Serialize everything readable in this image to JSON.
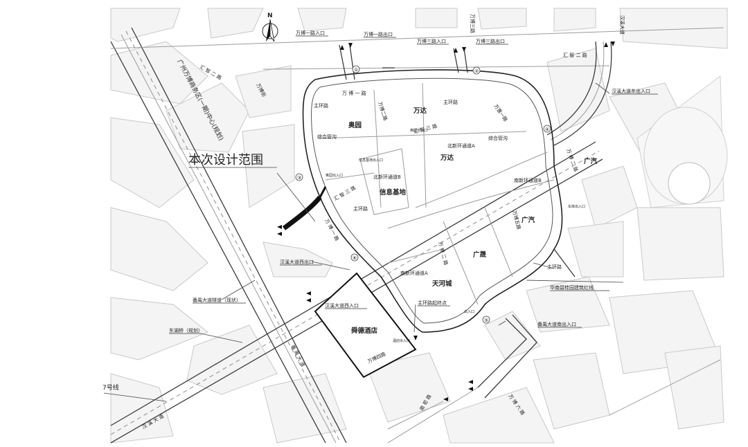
{
  "map": {
    "north": "N",
    "design_scope": "本次设计范围",
    "districts": {
      "aoyuan": "奥园",
      "wanda_top": "万达",
      "wanda_mid": "万达",
      "xinxi": "信息基地",
      "guangqi_top": "广汽",
      "guangqi_mid": "广汽",
      "guangsheng": "广晟",
      "tianhe": "天河城",
      "hotel": "舜德酒店"
    },
    "roads": {
      "wanbo_yi": "万 博 一 路",
      "wanbo_er_left": "万博二路",
      "wanbo_san_top": "万博三路",
      "wanbo_yi_left": "万 博 一 路",
      "wanbo_er_right": "万 博 二 路",
      "wanbo_si": "万博四路",
      "wanbo_wu": "万博五路",
      "wanbo_liu": "万 博 六 路",
      "wanhui_ring": "万 博 二 路",
      "huizhi_er": "汇 智 二 路",
      "huizhi_er_right": "汇 智 二 路",
      "huizhi_san": "汇 智 三 路",
      "huizhi_san_left": "汇 智 三 路",
      "wanhui_yi": "万惠一路",
      "wanhui_er": "万 惠 二 路",
      "wanbo_jie": "万博街",
      "hanxi_dadao_right": "汉溪大道",
      "hanxi_dadao_bottom": "汉 溪 大 道",
      "panyu_dadao": "番 禺 大 道",
      "nanxu": "南 荀 路"
    },
    "callouts": {
      "wanbo_yi_in": "万博一路入口",
      "wanbo_yi_out": "万博一路出口",
      "wanbo_san_in": "万博三路入口",
      "wanbo_san_out": "万博三路出口",
      "hanxi_east": "汉溪大道东出入口",
      "hanxi_west_out": "汉溪大道西出口",
      "hanxi_west_in": "汉溪大道西入口",
      "panyu_south": "番禺大道南出入口",
      "main_ring_start": "主环路起终点",
      "panyu_tunnel": "番禺大道隧道（现状）",
      "donghu_bridge": "东湖桥（规划）",
      "line7": "7号线",
      "wanbo_center": "广州万博商务区(一期)中心(规划)",
      "zhuhuan_1": "主环路",
      "zhuhuan_2": "主环路",
      "zhuhuan_3": "主环路",
      "zhuhuan_4": "主环路",
      "zonghe_1": "综合管沟",
      "zonghe_2": "综合管沟",
      "beixin_a": "北新环通道A",
      "beixin_b": "北新环通道B",
      "nanxin_a": "南新环通道A",
      "nanxin_b": "南新环通道B",
      "huanan": "华南碧桂园建筑红线",
      "xiaoxian_1": "信息基地出入口",
      "xiaoxian_2": "奥园出入口",
      "xiaoxian_3": "奥园出入口",
      "guangqi_gate": "车库出入口",
      "hotel_gate": "酒店出入口",
      "tianhe_gate": "出入口"
    },
    "junctions": [
      "①",
      "②",
      "③",
      "④",
      "⑤",
      "⑥"
    ],
    "legend_colors": {
      "ring": "#222222",
      "hotel_border": "#111111",
      "background": "#ffffff"
    }
  }
}
